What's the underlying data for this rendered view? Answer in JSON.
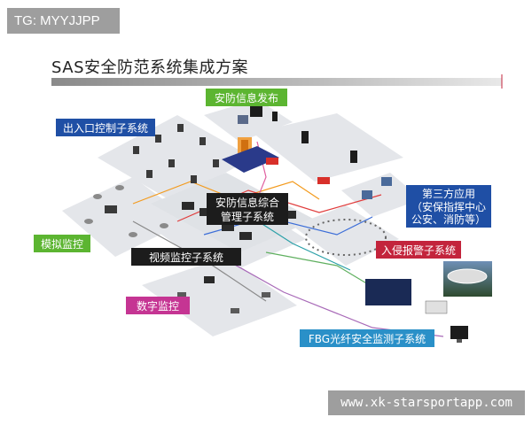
{
  "watermark_tag": "TG: MYYJJPP",
  "title": "SAS安全防范系统集成方案",
  "watermark_url": "www.xk-starsportapp.com",
  "labels": {
    "info_publish": "安防信息发布",
    "access_control": "出入口控制子系统",
    "integrated_line1": "安防信息综合",
    "integrated_line2": "管理子系统",
    "third_party_line1": "第三方应用",
    "third_party_line2": "（安保指挥中心",
    "third_party_line3": "公安、消防等）",
    "analog_monitor": "模拟监控",
    "video_monitor": "视频监控子系统",
    "intrusion_alarm": "入侵报警子系统",
    "digital_monitor": "数字监控",
    "fbg": "FBG光纤安全监测子系统"
  },
  "colors": {
    "green": "#5cb531",
    "blue": "#1f4fa5",
    "red": "#c3243c",
    "pink": "#c53593",
    "black": "#1c1c1c",
    "teal": "#2ba0a8",
    "lightblue": "#2a90c8",
    "platform": "#e4e6ea"
  }
}
